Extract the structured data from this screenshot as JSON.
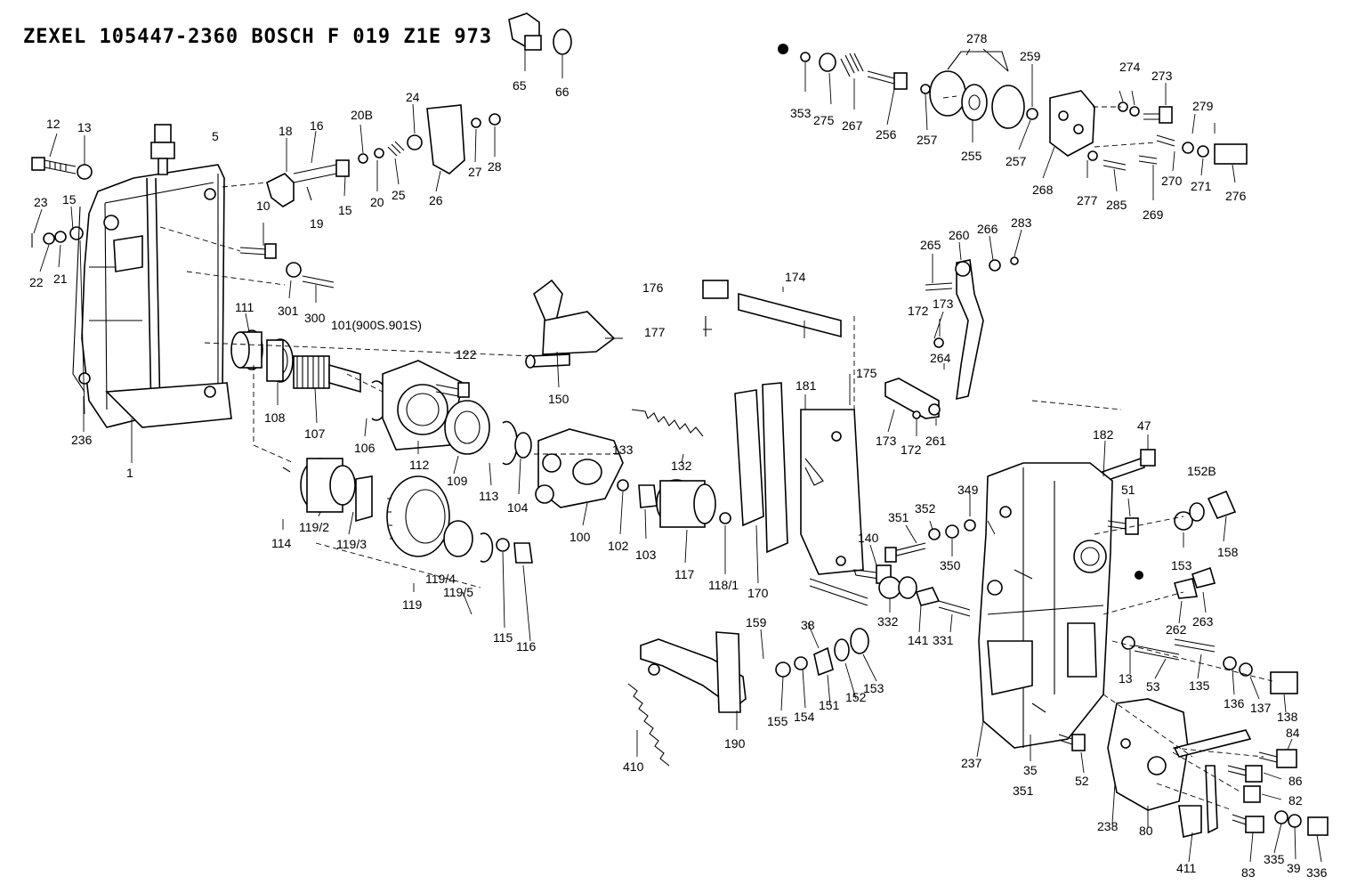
{
  "header": {
    "title": "ZEXEL   105447-2360   BOSCH   F 019 Z1E 973"
  },
  "labels": {
    "p1": "1",
    "p5": "5",
    "p10": "10",
    "p12": "12",
    "p13": "13",
    "p13b": "13",
    "p15": "15",
    "p15b": "15",
    "p16": "16",
    "p18": "18",
    "p19": "19",
    "p20": "20",
    "p20b": "20B",
    "p21": "21",
    "p22": "22",
    "p23": "23",
    "p24": "24",
    "p25": "25",
    "p26": "26",
    "p27": "27",
    "p28": "28",
    "p35": "35",
    "p351": "351",
    "p38": "38",
    "p39": "39",
    "p47": "47",
    "p51": "51",
    "p52": "52",
    "p53": "53",
    "p65": "65",
    "p66": "66",
    "p80": "80",
    "p82": "82",
    "p83": "83",
    "p84": "84",
    "p86": "86",
    "p100": "100",
    "p101": "101(900S.901S)",
    "p102": "102",
    "p103": "103",
    "p104": "104",
    "p106": "106",
    "p107": "107",
    "p108": "108",
    "p109": "109",
    "p111": "111",
    "p112": "112",
    "p113": "113",
    "p114": "114",
    "p115": "115",
    "p116": "116",
    "p117": "117",
    "p1181": "118/1",
    "p119": "119",
    "p1192": "119/2",
    "p1193": "119/3",
    "p1194": "119/4",
    "p1195": "119/5",
    "p122": "122",
    "p132": "132",
    "p133": "133",
    "p135": "135",
    "p136": "136",
    "p137": "137",
    "p138": "138",
    "p140": "140",
    "p141": "141",
    "p150": "150",
    "p151": "151",
    "p152": "152",
    "p152b": "152B",
    "p153": "153",
    "p153b": "153",
    "p154": "154",
    "p155": "155",
    "p158": "158",
    "p159": "159",
    "p170": "170",
    "p172": "172",
    "p172b": "172",
    "p173": "173",
    "p173b": "173",
    "p174": "174",
    "p175": "175",
    "p176": "176",
    "p177": "177",
    "p181": "181",
    "p182": "182",
    "p190": "190",
    "p236": "236",
    "p237": "237",
    "p238": "238",
    "p255": "255",
    "p256": "256",
    "p257": "257",
    "p257b": "257",
    "p259": "259",
    "p260": "260",
    "p261": "261",
    "p262": "262",
    "p263": "263",
    "p264": "264",
    "p265": "265",
    "p266": "266",
    "p267": "267",
    "p268": "268",
    "p269": "269",
    "p270": "270",
    "p271": "271",
    "p273": "273",
    "p274": "274",
    "p275": "275",
    "p276": "276",
    "p277": "277",
    "p278": "278",
    "p279": "279",
    "p283": "283",
    "p285": "285",
    "p300": "300",
    "p301": "301",
    "p331": "331",
    "p332": "332",
    "p335": "335",
    "p336": "336",
    "p349": "349",
    "p350": "350",
    "p352": "352",
    "p353": "353",
    "p410": "410",
    "p411": "411"
  }
}
